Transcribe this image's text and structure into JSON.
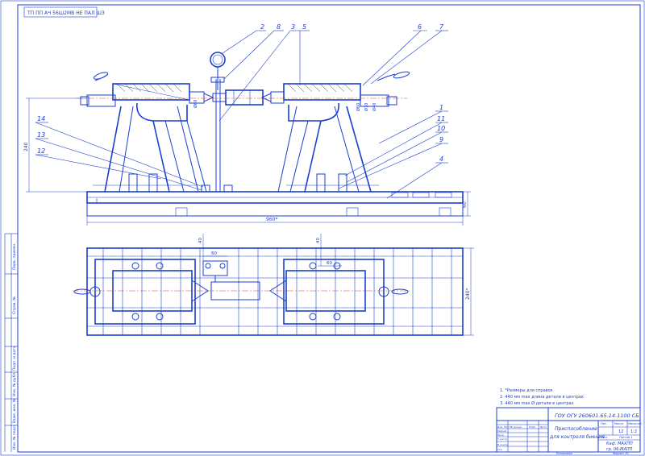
{
  "stamp_top": "ТП ПП АЧ 56Ш2МВ НЕ ПАЛ ШЗ",
  "callouts": {
    "top": [
      "2",
      "8",
      "3",
      "5",
      "6",
      "7"
    ],
    "right": [
      "1",
      "11",
      "10",
      "9",
      "4"
    ],
    "left": [
      "14",
      "13",
      "12"
    ]
  },
  "dims": {
    "overall_length": "960*",
    "height_left": "240",
    "base_height": "60",
    "plan_width": "240*",
    "spacing_a": "60",
    "spacing_b": "60",
    "offset_a": "40",
    "offset_b": "40",
    "dia_a": "Ø60",
    "dia_b": "Ø70",
    "dia_c": "Ø40"
  },
  "notes": [
    "1. *Размеры для справок",
    "2. 440 мм max длина детали в центрах",
    "3. 440 мм max Ø детали в центрах"
  ],
  "title_block": {
    "designation": "ГОУ ОГУ 260601.65.14.1100 СБ",
    "name_line1": "Приспособление",
    "name_line2": "для контроля биения",
    "sheet_label": "Лит.",
    "mass_label": "Масса",
    "scale_label": "Масштаб",
    "scale_value": "1:2",
    "mass_value": "12",
    "sheet_info": "Лист",
    "sheets_info": "Листов 1",
    "org_line1": "Каф. МАХПП",
    "org_line2": "гр. 06-МАПП",
    "row_labels": [
      "Изм. Лист",
      "Разраб.",
      "Пров.",
      "Т.контр.",
      "Н.контр.",
      "Утв."
    ],
    "col_labels": [
      "№ докум.",
      "Подп.",
      "Дата"
    ],
    "copied": "Копировал",
    "format": "Формат   А1"
  },
  "side_strip": [
    "Перв. примен.",
    "Справ. №",
    "Подп. и дата",
    "Инв. № дубл.",
    "Взам. инв. №",
    "Подп. и дата",
    "Инв. № подл."
  ]
}
